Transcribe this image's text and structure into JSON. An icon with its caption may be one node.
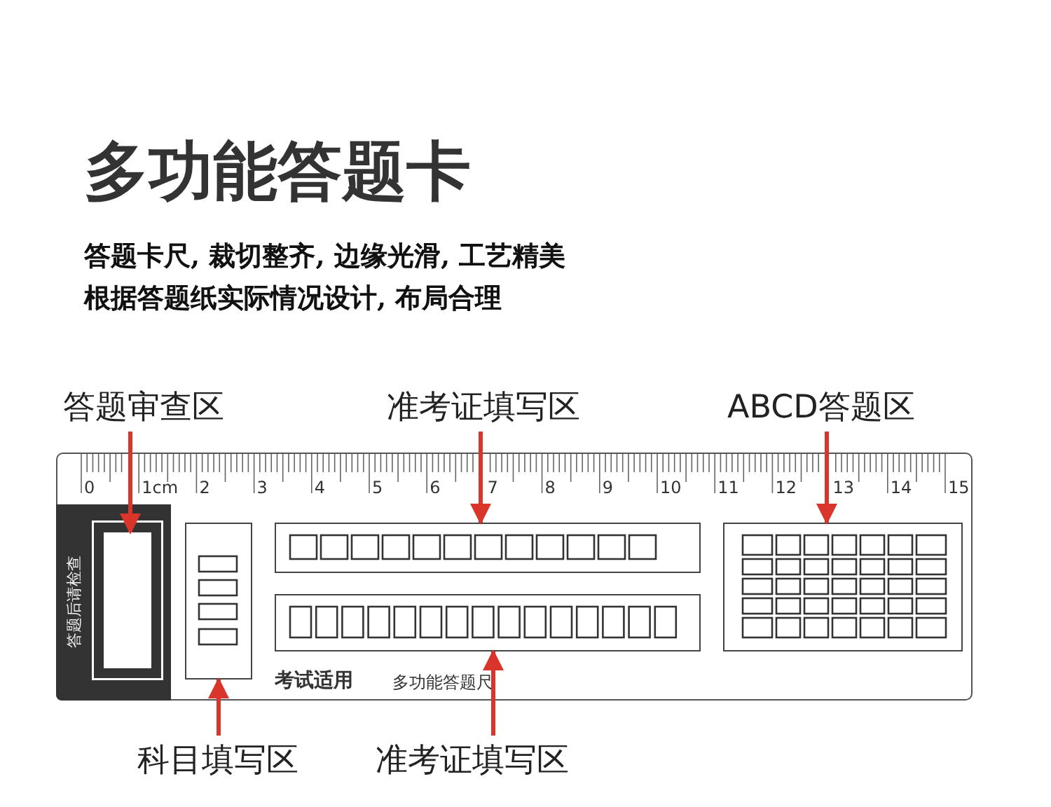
{
  "diagram": {
    "title": "多功能答题卡",
    "nodes": [
      {
        "text": [
          "答题审查区"
        ]
      },
      {
        "text": [
          "准考证填写区"
        ]
      },
      {
        "text": [
          "ABCD答题区"
        ]
      },
      {
        "text": [
          "答题后请检查"
        ]
      },
      {
        "text": [],
        "shape": "box",
        "in": 3
      },
      {
        "text": [],
        "shape": "box"
      },
      {
        "text": [],
        "shape": "box"
      },
      {
        "text": [],
        "shape": "box"
      },
      {
        "text": [],
        "shape": "box"
      },
      {
        "text": [
          "科目填写区"
        ]
      },
      {
        "text": [
          "准考证填写区"
        ]
      }
    ],
    "edges": [
      {
        "from": 0,
        "to": 4,
        "arrow": "to"
      },
      {
        "from": 1,
        "to": 6,
        "arrow": "to"
      },
      {
        "from": 2,
        "to": 8,
        "arrow": "to"
      },
      {
        "from": 9,
        "to": 5,
        "arrow": "to"
      },
      {
        "from": 10,
        "to": 7,
        "arrow": "to"
      }
    ],
    "labels": [
      "答题卡尺, 裁切整齐, 边缘光滑, 工艺精美",
      "根据答题纸实际情况设计, 布局合理",
      "0",
      "1cm",
      "2",
      "3",
      "4",
      "5",
      "6",
      "7",
      "8",
      "9",
      "10",
      "11",
      "12",
      "13",
      "14",
      "15",
      "考试适用",
      "多功能答题尺"
    ]
  }
}
